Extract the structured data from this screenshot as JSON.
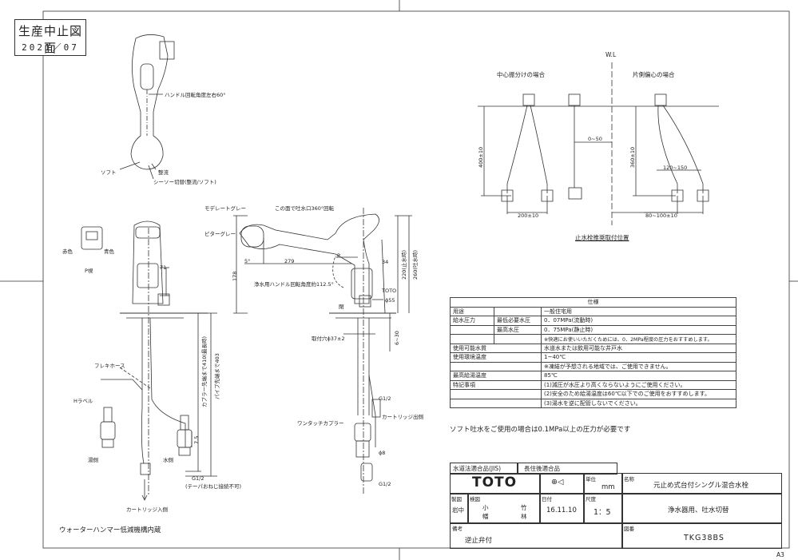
{
  "stamp": {
    "line1": "生産中止図面",
    "line2": "2021／07"
  },
  "corner_mark": "A3",
  "top_view": {
    "handle_angle": "ハンドル回転角度左右60°",
    "soft": "ソフト",
    "straight": "整流",
    "seesaw": "シーソー切替(整流/ソフト)"
  },
  "side_view": {
    "moderate_gray": "モデレートグレー",
    "spout_rotation": "この面で吐水口360°回転",
    "pitter_gray": "ピターグレー",
    "angle_5": "5°",
    "dim_279": "279",
    "purifier_handle": "浄水用ハンドル回転角度約112.5°",
    "p_label": "P",
    "dim_34": "34",
    "toto_mark": "TOTO",
    "closed": "閉",
    "dia_55": "ϕ55",
    "mount_hole": "取付穴ϕ37±2",
    "dim_6_30": "6~30",
    "dim_178": "178",
    "h220": "220(止水時)",
    "h260": "260(吐水時)",
    "g12a": "G1/2",
    "cartridge_exit": "カートリッジ出側",
    "one_touch": "ワンタッチカプラー",
    "dia_8": "ϕ8",
    "g12b": "G1/2"
  },
  "front_view": {
    "red": "赤色",
    "blue": "青色",
    "p_view": "P視",
    "dim_71": "71",
    "flex_hose": "フレキホース",
    "h_label": "Hラベル",
    "hot": "湯側",
    "water": "水側",
    "coupler_len": "カプラー先端まで410(最長時)",
    "pipe_len": "パイプ先端まで403",
    "dim_7_5": "7.5",
    "g12": "G1/2",
    "taper": "(テーパおねじ接続不可)",
    "cartridge_in": "カートリッジ入側"
  },
  "install": {
    "wl": "W.L",
    "center": "中心振分けの場合",
    "offset": "片側偏心の場合",
    "d400": "400±10",
    "d360": "360±10",
    "d0_50": "0~50",
    "d120_150": "120~150",
    "d200": "200±10",
    "d80_100": "80~100±10",
    "caption": "止水栓推奨取付位置"
  },
  "spec": {
    "title": "仕様",
    "rows": [
      {
        "k": "用途",
        "s": "",
        "v": "一般住宅用"
      },
      {
        "k": "給水圧力",
        "s": "最低必要水圧",
        "v": "0．07MPa(流動時)"
      },
      {
        "k": "",
        "s": "最高水圧",
        "v": "0．75MPa(静止時)"
      },
      {
        "k": "",
        "s": "",
        "v": "※快適にお使いいただくためには、0．2MPa程度の圧力をおすすめします。"
      },
      {
        "k": "使用可能水質",
        "s": "",
        "v": "水道水または飲用可能な井戸水"
      },
      {
        "k": "使用環境温度",
        "s": "",
        "v": "1~40℃"
      },
      {
        "k": "",
        "s": "",
        "v": "※凍結が予想される地域では、ご使用できません。"
      },
      {
        "k": "最高給湯温度",
        "s": "",
        "v": "85℃"
      },
      {
        "k": "特記事項",
        "s": "",
        "v": "(1)減圧が水圧より高くならないようにご使用ください。"
      },
      {
        "k": "",
        "s": "",
        "v": "(2)安全のため給湯温度は60℃以下でのご使用をおすすめします。"
      },
      {
        "k": "",
        "s": "",
        "v": "(3)湯水を逆に配管しないでください。"
      }
    ]
  },
  "soft_note": "ソフト吐水をご使用の場合は0.1MPa以上の圧力が必要です",
  "hammer_note": "ウォーターハンマー低減機構内蔵",
  "titleblock": {
    "std1": "水道法適合品(JIS)",
    "std2": "長住後適合品",
    "brand": "TOTO",
    "unit_label": "単位",
    "unit": "mm",
    "name_label": "名称",
    "name": "元止め式台付シングル混合水栓",
    "drawn_label": "製図",
    "check_label": "検図",
    "drawn": "岩中",
    "check": "小幡",
    "check2": "竹林",
    "date_label": "日付",
    "date": "16.11.10",
    "scale_label": "尺度",
    "scale": "1：5",
    "subname": "浄水器用、吐水切替",
    "remarks_label": "備考",
    "remarks": "逆止弁付",
    "drawing_no_label": "図番",
    "drawing_no": "TKG38BS"
  }
}
